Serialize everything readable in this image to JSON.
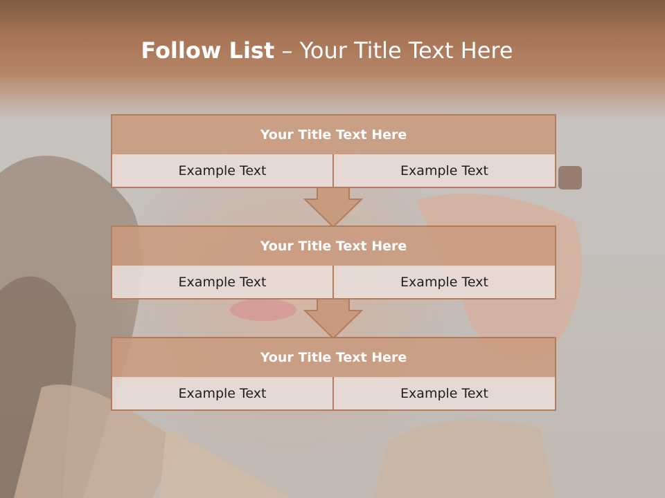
{
  "title": {
    "bold": "Follow List",
    "rest": " – Your Title Text Here"
  },
  "blocks": [
    {
      "title": "Your Title Text Here",
      "left": "Example Text",
      "right": "Example Text"
    },
    {
      "title": "Your Title Text Here",
      "left": "Example Text",
      "right": "Example Text"
    },
    {
      "title": "Your Title Text Here",
      "left": "Example Text",
      "right": "Example Text"
    }
  ],
  "colors": {
    "header": "#b07d5f",
    "block_header": "#c99b7e",
    "cell": "#e8dbd6",
    "border": "#b07d5f",
    "arrow": "#c99b7e"
  }
}
